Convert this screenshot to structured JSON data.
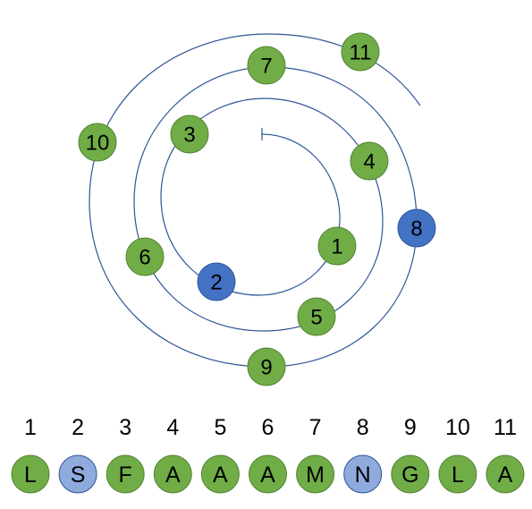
{
  "colors": {
    "green_fill": "#70ad47",
    "green_stroke": "#548235",
    "blue_fill": "#4472c4",
    "blue_stroke": "#2f5597",
    "light_blue_fill": "#8faadc",
    "spiral": "#2e5597",
    "text": "#000000"
  },
  "spiral_nodes": [
    {
      "label": "1",
      "kind": "green"
    },
    {
      "label": "2",
      "kind": "blue"
    },
    {
      "label": "3",
      "kind": "green"
    },
    {
      "label": "4",
      "kind": "green"
    },
    {
      "label": "5",
      "kind": "green"
    },
    {
      "label": "6",
      "kind": "green"
    },
    {
      "label": "7",
      "kind": "green"
    },
    {
      "label": "8",
      "kind": "blue"
    },
    {
      "label": "9",
      "kind": "green"
    },
    {
      "label": "10",
      "kind": "green"
    },
    {
      "label": "11",
      "kind": "green"
    }
  ],
  "sequence": [
    {
      "index": "1",
      "letter": "L",
      "kind": "green"
    },
    {
      "index": "2",
      "letter": "S",
      "kind": "lightblue"
    },
    {
      "index": "3",
      "letter": "F",
      "kind": "green"
    },
    {
      "index": "4",
      "letter": "A",
      "kind": "green"
    },
    {
      "index": "5",
      "letter": "A",
      "kind": "green"
    },
    {
      "index": "6",
      "letter": "A",
      "kind": "green"
    },
    {
      "index": "7",
      "letter": "M",
      "kind": "green"
    },
    {
      "index": "8",
      "letter": "N",
      "kind": "lightblue"
    },
    {
      "index": "9",
      "letter": "G",
      "kind": "green"
    },
    {
      "index": "10",
      "letter": "L",
      "kind": "green"
    },
    {
      "index": "11",
      "letter": "A",
      "kind": "green"
    }
  ]
}
